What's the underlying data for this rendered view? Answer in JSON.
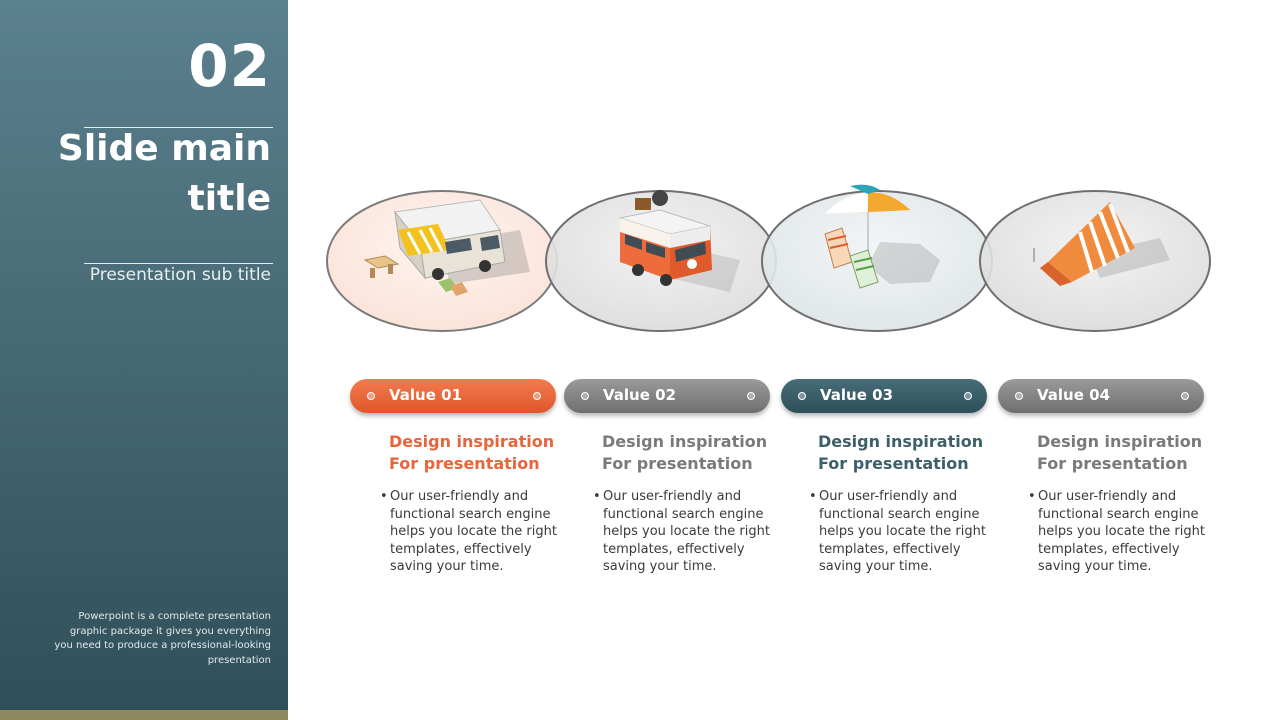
{
  "slide": {
    "number": "02",
    "title_line1": "Slide main",
    "title_line2": "title",
    "subtitle": "Presentation sub title",
    "blurb": "Powerpoint is a complete presentation graphic package it gives you everything you need to produce a professional-looking presentation"
  },
  "colors": {
    "sidebar_top": "#5b808e",
    "sidebar_bottom": "#2f4f5a",
    "accent_orange": "#e0562a",
    "accent_gray": "#7a7a7a",
    "accent_teal": "#2e4f59"
  },
  "steps": [
    {
      "label": "Value 01",
      "heading_line1": "Design inspiration",
      "heading_line2": "For presentation",
      "bullet": "Our user-friendly and functional search engine helps you locate the right templates, effectively saving your time.",
      "icon": "rv-camper-icon",
      "color": "#e8643a"
    },
    {
      "label": "Value 02",
      "heading_line1": "Design inspiration",
      "heading_line2": "For presentation",
      "bullet": "Our user-friendly and functional search engine helps you locate the right templates, effectively saving your time.",
      "icon": "van-icon",
      "color": "#7a7a7a"
    },
    {
      "label": "Value 03",
      "heading_line1": "Design inspiration",
      "heading_line2": "For presentation",
      "bullet": "Our user-friendly and functional search engine helps you locate the right templates, effectively saving your time.",
      "icon": "beach-umbrella-icon",
      "color": "#3c5f6a"
    },
    {
      "label": "Value 04",
      "heading_line1": "Design inspiration",
      "heading_line2": "For presentation",
      "bullet": "Our user-friendly and functional search engine helps you locate the right templates, effectively saving your time.",
      "icon": "tent-icon",
      "color": "#7a7a7a"
    }
  ]
}
